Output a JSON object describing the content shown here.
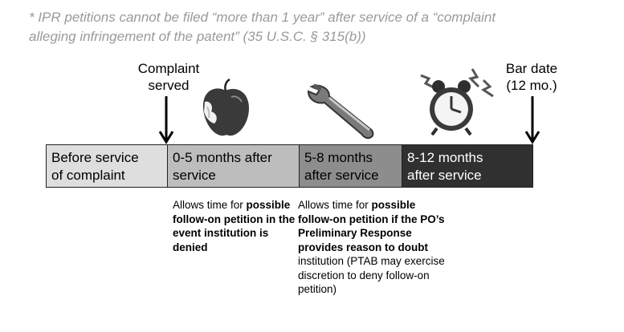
{
  "footnote": {
    "line1": "* IPR petitions cannot be filed “more than 1 year” after service of a “complaint",
    "line2": "alleging infringement of the patent” (35 U.S.C. § 315(b))"
  },
  "markers": {
    "complaint_line1": "Complaint",
    "complaint_line2": "served",
    "bar_line1": "Bar date",
    "bar_line2": "(12 mo.)"
  },
  "timeline": {
    "segments": [
      {
        "line1": "Before service",
        "line2": "of complaint"
      },
      {
        "line1": "0-5 months after",
        "line2": "service"
      },
      {
        "line1": "5-8 months",
        "line2": "after service"
      },
      {
        "line1": "8-12 months",
        "line2": "after service"
      }
    ]
  },
  "notes": {
    "first": {
      "lead": "Allows time for ",
      "bold": "possible follow-on petition in the event institution is denied"
    },
    "second": {
      "lead": "Allows time for ",
      "bold": "possible follow-on petition if the PO’s Preliminary Response provides reason to doubt",
      "tail": " institution (PTAB may exercise discretion to deny follow-on petition)"
    }
  },
  "icons": {
    "segment_2": "apple-icon",
    "segment_3": "wrench-icon",
    "segment_4": "alarm-clock-icon"
  },
  "colors": {
    "segment_1": "#dedede",
    "segment_2": "#bdbdbd",
    "segment_3": "#8d8d8d",
    "segment_4": "#303030",
    "footnote_text": "#9a9a9a"
  }
}
